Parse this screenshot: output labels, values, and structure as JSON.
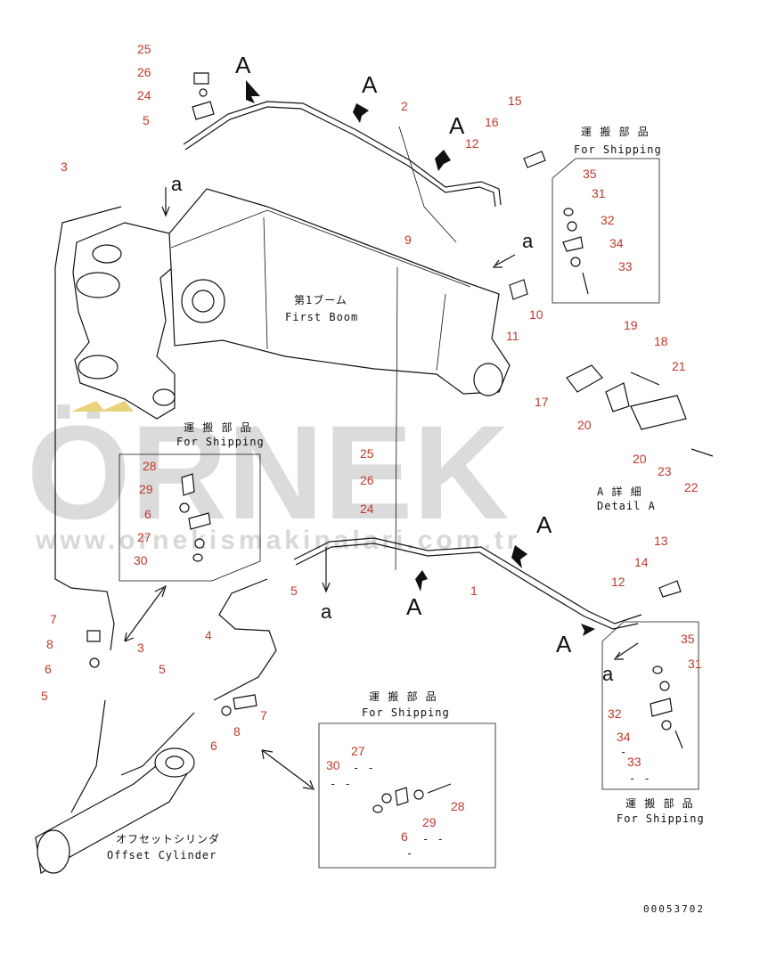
{
  "watermark": {
    "brand": "ÖRNEK",
    "url": "www.ornekismakinalari.com.tr"
  },
  "labels": {
    "first_boom_jp": "第1ブーム",
    "first_boom_en": "First Boom",
    "offset_cyl_jp": "オフセットシリンダ",
    "offset_cyl_en": "Offset Cylinder",
    "detail_jp": "A 詳 細",
    "detail_en": "Detail A",
    "shipping_jp": "運 搬 部 品",
    "shipping_en": "For Shipping",
    "drawing_code": "00053702"
  },
  "view_markers": {
    "A": "A",
    "a": "a"
  },
  "dashes": {
    "short": "- -",
    "single": "-"
  },
  "part_numbers": [
    "1",
    "2",
    "3",
    "4",
    "5",
    "6",
    "7",
    "8",
    "9",
    "10",
    "11",
    "12",
    "13",
    "14",
    "15",
    "16",
    "17",
    "18",
    "19",
    "20",
    "21",
    "22",
    "23",
    "24",
    "25",
    "26",
    "27",
    "28",
    "29",
    "30",
    "31",
    "32",
    "33",
    "34",
    "35"
  ]
}
